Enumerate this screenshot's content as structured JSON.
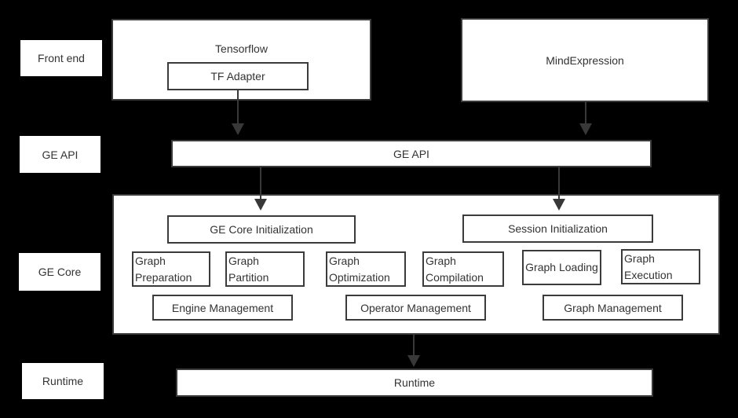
{
  "colors": {
    "background": "#000000",
    "box_fill": "#ffffff",
    "box_border": "#3b3b3b",
    "text": "#333333",
    "arrow": "#383838"
  },
  "side_labels": [
    {
      "label": "Front end"
    },
    {
      "label": "GE API"
    },
    {
      "label": "GE Core"
    },
    {
      "label": "Runtime"
    }
  ],
  "front_end": {
    "tensorflow_label": "Tensorflow",
    "tf_adapter_label": "TF Adapter",
    "mind_expression_label": "MindExpression"
  },
  "ge_api_label": "GE API",
  "ge_core": {
    "init_boxes": [
      "GE Core Initialization",
      "Session Initialization"
    ],
    "function_boxes": [
      "Graph Preparation",
      "Graph Partition",
      "Graph Optimization",
      "Graph Compilation",
      "Graph Loading",
      "Graph Execution"
    ],
    "management_boxes": [
      "Engine Management",
      "Operator Management",
      "Graph Management"
    ]
  },
  "runtime_label": "Runtime"
}
